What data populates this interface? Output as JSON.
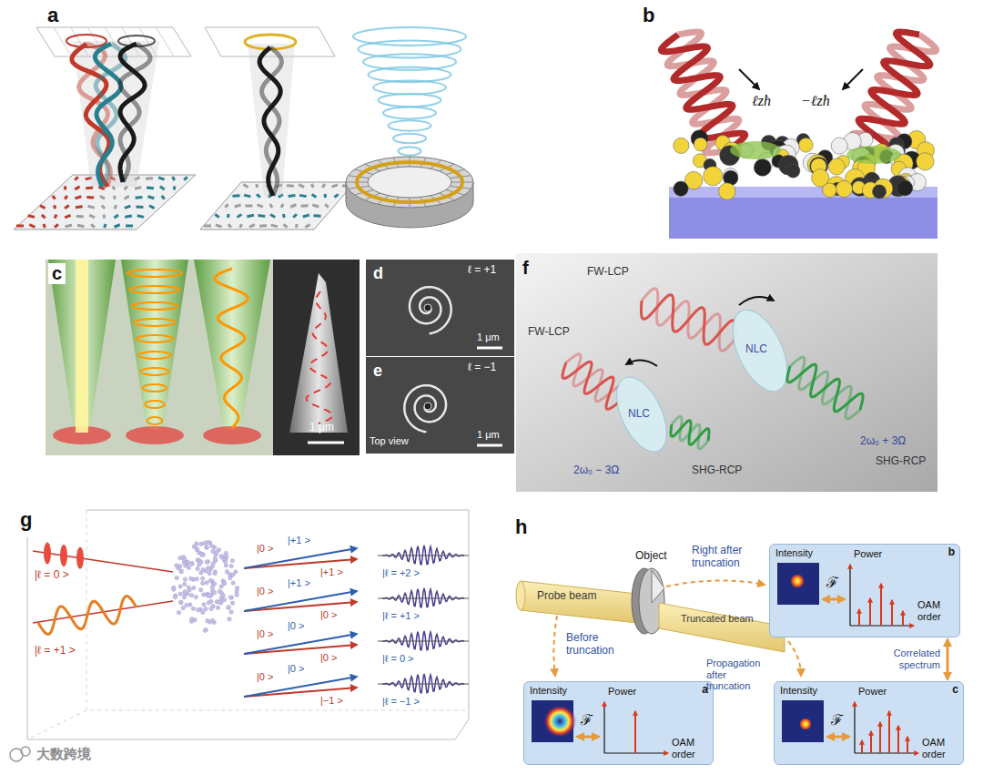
{
  "diagram": {
    "nodes": [
      {
        "text": [
          "Intensity",
          "ℱ",
          "Power",
          "OAM order",
          "b"
        ]
      },
      {
        "text": [
          "Intensity",
          "ℱ",
          "Power",
          "OAM order",
          "a"
        ]
      },
      {
        "text": [
          "Intensity",
          "ℱ",
          "Power",
          "OAM order",
          "c"
        ]
      }
    ],
    "edges": [
      {
        "from": 0,
        "to": 2,
        "label": "Correlated spectrum",
        "arrow": "both"
      }
    ],
    "labels": [
      "a",
      "b",
      "ℓzħ",
      "−ℓzħ",
      "c",
      "1 μm",
      "d",
      "ℓ = +1",
      "1 μm",
      "e",
      "ℓ = −1",
      "Top view",
      "1 μm",
      "f",
      "FW-LCP",
      "FW-LCP",
      "NLC",
      "NLC",
      "2ω₀ + 3Ω",
      "SHG-RCP",
      "2ω₀ − 3Ω",
      "SHG-RCP",
      "g",
      "|ℓ = 0 >",
      "|ℓ = +1 >",
      "|0 >",
      "|+1 >",
      "|+1 >",
      "|ℓ = +2 >",
      "|0 >",
      "|+1 >",
      "|0 >",
      "|ℓ = +1 >",
      "|0 >",
      "|0 >",
      "|0 >",
      "|ℓ = 0 >",
      "|0 >",
      "|0 >",
      "|−1 >",
      "|ℓ = −1 >",
      "h",
      "Object",
      "Probe beam",
      "Right after truncation",
      "Truncated beam",
      "Before truncation",
      "Propagation after truncation",
      "大数跨境"
    ]
  }
}
